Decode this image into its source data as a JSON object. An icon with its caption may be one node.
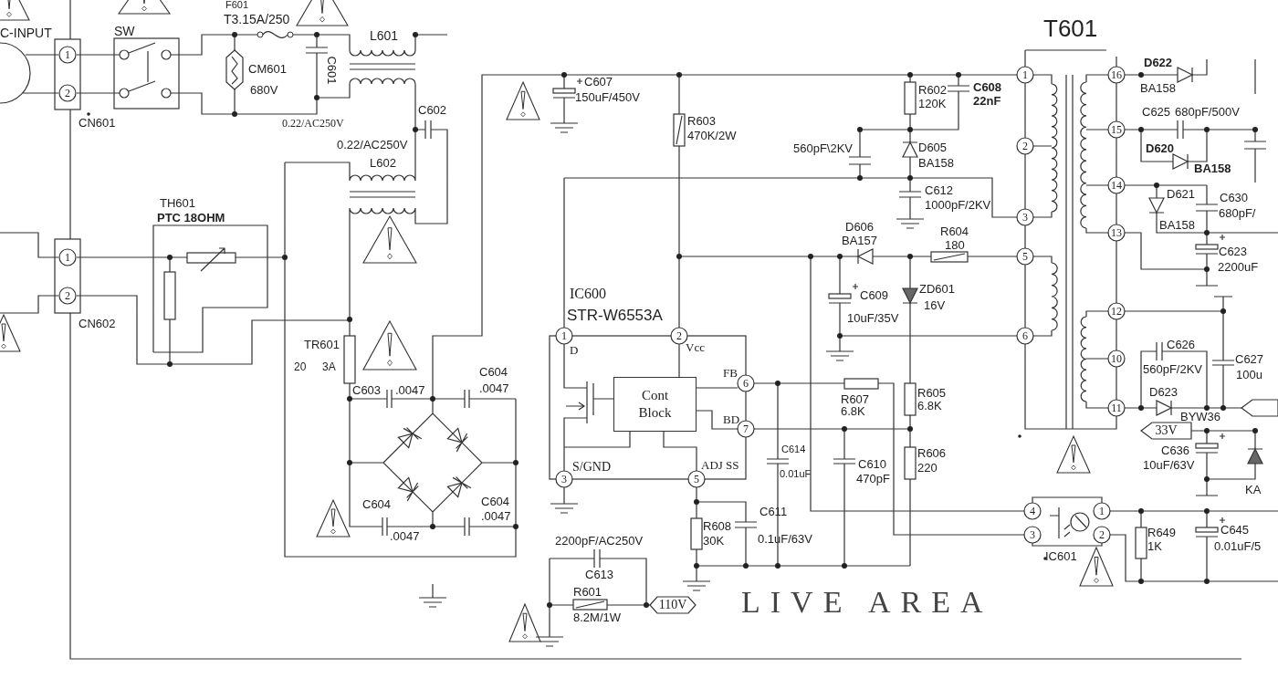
{
  "diagram": {
    "nodes": [
      {
        "text": [
          "Cont Block"
        ]
      },
      {
        "text": [
          "110V"
        ]
      },
      {
        "text": [
          "33V"
        ]
      }
    ],
    "labels": [
      "F601",
      "T3.15A/250",
      "C-INPUT",
      "SW",
      "1",
      "2",
      "L601",
      "CM601",
      "680V",
      "C601",
      "CN601",
      "0.22/AC250V",
      "C602",
      "0.22/AC250V",
      "L602",
      "TH601",
      "PTC  18OHM",
      "1",
      "2",
      "CN602",
      "TR601",
      "20",
      "3A",
      "C603",
      ".0047",
      "C604",
      ".0047",
      "C604",
      ".0047",
      "C604",
      ".0047",
      "C607",
      "150uF/450V",
      "R603",
      "470K/2W",
      "IC600",
      "STR-W6553A",
      "1",
      "2",
      "D",
      "Vcc",
      "FB",
      "6",
      "BD",
      "7",
      "S/GND",
      "ADJ SS",
      "3",
      "5",
      "C614",
      "0.01uF",
      "R607",
      "6.8K",
      "C610",
      "470pF",
      "R608",
      "30K",
      "C611",
      "0.1uF/63V",
      "2200pF/AC250V",
      "C613",
      "R601",
      "8.2M/1W",
      "LIVE  AREA",
      "R602",
      "120K",
      "C608",
      "22nF",
      "560pF\\2KV",
      "D605",
      "BA158",
      "C612",
      "1000pF/2KV",
      "D606",
      "BA157",
      "R604",
      "180",
      "C609",
      "10uF/35V",
      "ZD601",
      "16V",
      "R605",
      "6.8K",
      "R606",
      "220",
      "T601",
      "1",
      "2",
      "3",
      "5",
      "6",
      "16",
      "D622",
      "BA158",
      "15",
      "C625",
      "680pF/500V",
      "D620",
      "BA158",
      "14",
      "D621",
      "BA158",
      "C630",
      "680pF/",
      "13",
      "C623",
      "2200uF",
      "12",
      "C626",
      "560pF/2KV",
      "C627",
      "100u",
      "10",
      "11",
      "D623",
      "BYW36",
      "C636",
      "10uF/63V",
      "KA",
      "4",
      "1",
      "3",
      "2",
      "R649",
      "1K",
      "C645",
      "0.01uF/5",
      "IC601"
    ]
  }
}
